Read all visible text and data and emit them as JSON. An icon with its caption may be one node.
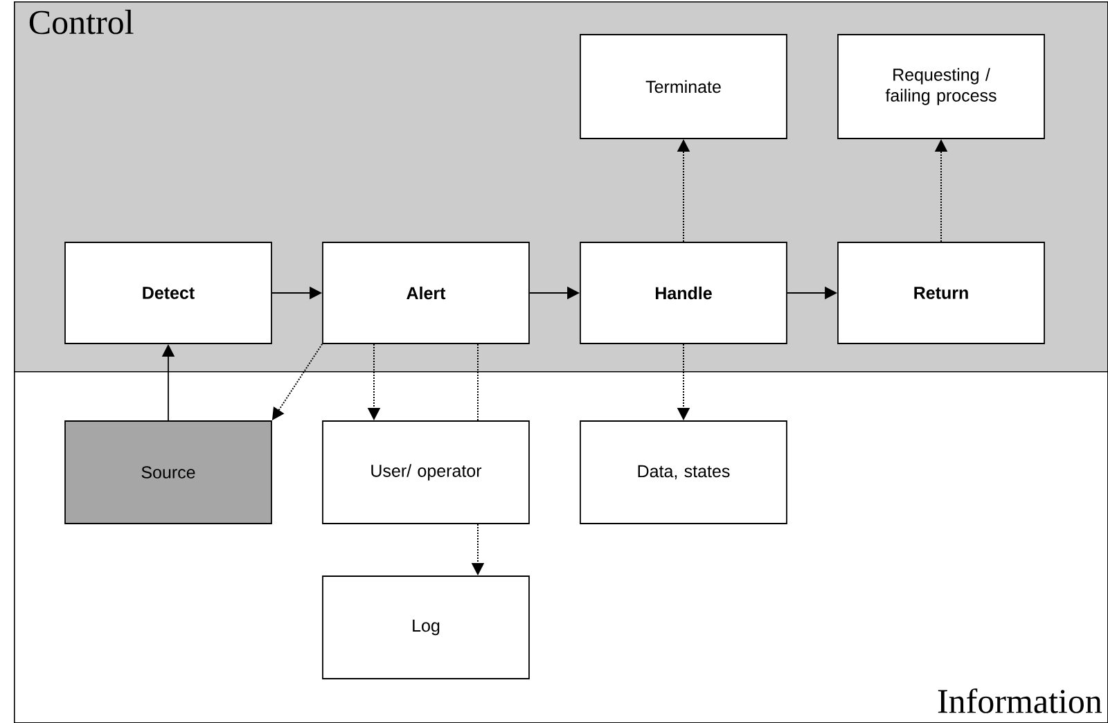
{
  "diagram": {
    "nodes": [
      {
        "text": [
          "Control"
        ]
      },
      {
        "text": [
          "Terminate"
        ],
        "in": 0
      },
      {
        "text": [
          "Requesting / failing process"
        ],
        "in": 0
      },
      {
        "text": [
          "Detect"
        ],
        "in": 0
      },
      {
        "text": [
          "Alert"
        ],
        "in": 0
      },
      {
        "text": [
          "Handle"
        ],
        "in": 0
      },
      {
        "text": [
          "Return"
        ],
        "in": 0
      },
      {
        "text": [
          "Information"
        ]
      },
      {
        "text": [
          "Source"
        ],
        "in": 7
      },
      {
        "text": [
          "User/ operator"
        ],
        "in": 7
      },
      {
        "text": [
          "Data, states"
        ],
        "in": 7
      },
      {
        "text": [
          "Log"
        ],
        "in": 7
      }
    ],
    "edges": [
      {
        "from": 3,
        "to": 4,
        "arrow": "to"
      },
      {
        "from": 4,
        "to": 5,
        "arrow": "to"
      },
      {
        "from": 5,
        "to": 6,
        "arrow": "to"
      },
      {
        "from": 8,
        "to": 3,
        "arrow": "to"
      },
      {
        "from": 4,
        "to": 8,
        "arrow": "to",
        "style": "dashed"
      },
      {
        "from": 4,
        "to": 9,
        "arrow": "to",
        "style": "dashed"
      },
      {
        "from": 4,
        "to": 9,
        "arrow": "none",
        "style": "dashed"
      },
      {
        "from": 9,
        "to": 11,
        "arrow": "to",
        "style": "dashed"
      },
      {
        "from": 5,
        "to": 10,
        "arrow": "to",
        "style": "dashed"
      },
      {
        "from": 5,
        "to": 1,
        "arrow": "to",
        "style": "dashed"
      },
      {
        "from": 6,
        "to": 2,
        "arrow": "to",
        "style": "dashed"
      }
    ]
  }
}
